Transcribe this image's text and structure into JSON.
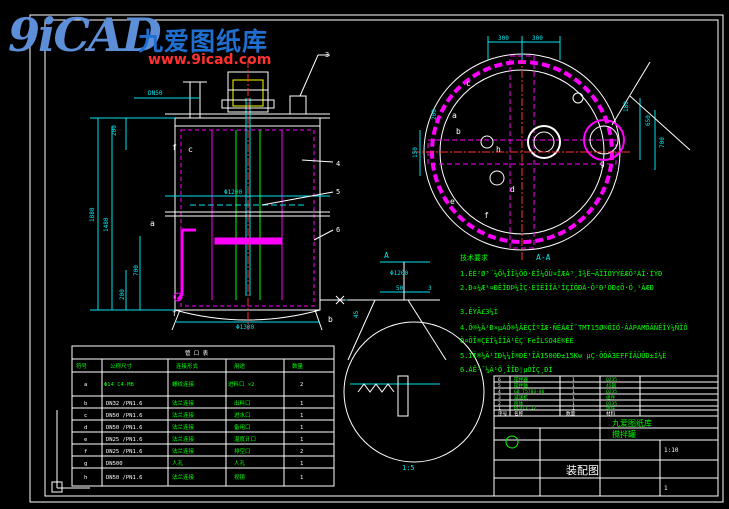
{
  "logo": {
    "mark": "9iCAD",
    "cn": "九爱图纸库",
    "url": "www.9icad.com"
  },
  "callouts": {
    "n3": "3",
    "n4": "4",
    "n5": "5",
    "n6": "6"
  },
  "elevation": {
    "dims": {
      "dn_top": "DN50",
      "h200": "200",
      "h1880": "1880",
      "h1480": "1480",
      "h700": "700",
      "h200b": "200",
      "d1200": "Φ1200",
      "d1300": "Φ1300",
      "h45": "45",
      "view_b": "b",
      "phi1200_mid": "Φ1200"
    },
    "nozzles": {
      "a": "a",
      "b": "b",
      "c": "c",
      "f": "f",
      "f2": "f"
    }
  },
  "plan": {
    "dims": {
      "w300": "300",
      "w300b": "300",
      "d200": "200",
      "d650": "650",
      "d700": "700",
      "d150": "150",
      "d180": "180"
    },
    "labels": {
      "a": "a",
      "b": "b",
      "c": "c",
      "d": "d",
      "e": "e",
      "f": "f",
      "g": "g",
      "h": "h",
      "aa": "A-A"
    }
  },
  "detail": {
    "tag": "A",
    "lbl1": "Φ1200",
    "lbl2": "50",
    "lbl3": "3",
    "scale": "1:5"
  },
  "notes": [
    "技术要求",
    "1.ÉÈ²Ø³¨¼Ô¼ÎÎ¼ÖÖ·ÈÎ¼ÕÙ¤ÎÆÀ³¸Ï¾Ë¬ÃÏÏÓÝÝÉÆÕ³ÀÏ·ÍÝÐ",
    "2.Ð¤¼Æ¹¤ÐÊÎÐÞ¼ÎÇ·ÈÍÊÎÎÄ¹ÎÇÏÔÐÀ·Õ¹Ð¹ÒÐ¢Õ·Ö¸¹ÄÆÐ",
    "3.ÊÝÃ£3¼Ì",
    "4.Ô®¼Ä¹Ð×µÀÔ®¾ÃÈÇÎºÎÆ·ÑÉÁÆÎ¯TMT15Ø®ÕÍÓ·ÃÁPAMÕÄÑÊÎÝ¼ÑÏÔ",
    "Ò¤ÕÎ®ÇÈÎ¼ÏÎÄ¹ÊÇ¨FeÎLSO4È®ÈÉ",
    "5.ÎÏ®¼Ä¹ÌÐ¼¼Î®ÐÈ¹ÎÄ1500Ð±15Kw µÇ·ÕÓÄ3EFFÎÄÜÛÐ±Í¼Ë",
    "6.ÀÊ³¯¼Ä¹Ö¸ÎÎÐ¦µÒÎÇ¸ÐÍ"
  ],
  "bom_right": {
    "rows": [
      [
        "6",
        "搅拌器",
        "1",
        "Q235"
      ],
      [
        "5",
        "搅拌轴",
        "1",
        "45钢"
      ],
      [
        "4",
        "GB T5783-86",
        "1",
        "Q235"
      ],
      [
        "3",
        "减速机",
        "1",
        "组件"
      ],
      [
        "2",
        "筒体",
        "1",
        "Q235"
      ],
      [
        "1",
        "BLD11-17",
        "1",
        "组件"
      ]
    ],
    "header": [
      "序号",
      "名称",
      "数量",
      "材料"
    ]
  },
  "title_block": {
    "org": "九爱图纸库",
    "name": "搅拌罐",
    "drawing": "装配图",
    "scale": "1:10",
    "sheet": "1"
  },
  "nozzle_table": {
    "title": "管 口 表",
    "header": [
      "符号",
      "公称尺寸",
      "连接形式",
      "用途",
      "数量"
    ],
    "rows": [
      [
        "a",
        "Φ14 C4-MB",
        "螺纹连接",
        "进料口 ×2",
        "2"
      ],
      [
        "b",
        "DN32 /PN1.6",
        "法兰连接",
        "出料口",
        "1"
      ],
      [
        "c",
        "DN50 /PN1.6",
        "法兰连接",
        "进水口",
        "1"
      ],
      [
        "d",
        "DN50 /PN1.6",
        "法兰连接",
        "备用口",
        "1"
      ],
      [
        "e",
        "DN25 /PN1.6",
        "法兰连接",
        "温度计口",
        "1"
      ],
      [
        "f",
        "DN25 /PN1.6",
        "法兰连接",
        "排空口",
        "2"
      ],
      [
        "g",
        "DN500",
        "人孔",
        "人孔",
        "1"
      ],
      [
        "h",
        "DN50 /PN1.6",
        "法兰连接",
        "视镜",
        "1"
      ]
    ]
  },
  "colors": {
    "frame": "#ffffff",
    "cyan": "#00e5ee",
    "green": "#00ff00",
    "magenta": "#ff00ff",
    "yellow": "#ffff00",
    "red": "#ff3030"
  }
}
